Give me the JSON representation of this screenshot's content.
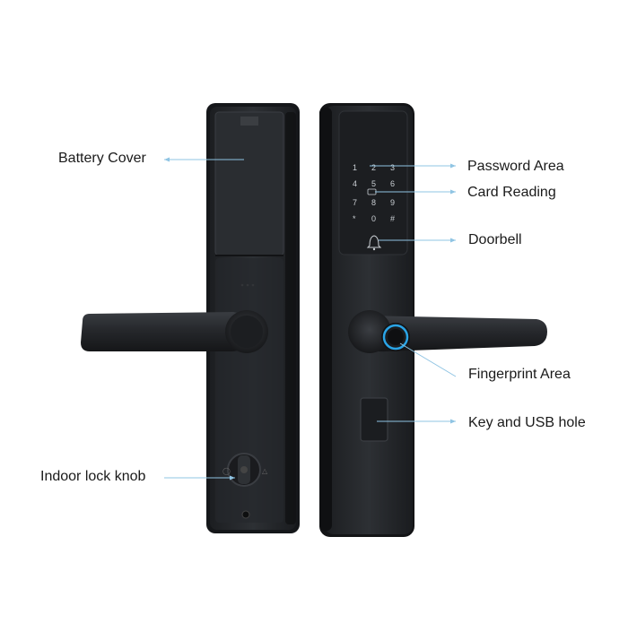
{
  "callouts": {
    "battery_cover": "Battery Cover",
    "password_area": "Password Area",
    "card_reading": "Card Reading",
    "doorbell": "Doorbell",
    "fingerprint_area": "Fingerprint Area",
    "key_usb_hole": "Key and USB hole",
    "indoor_lock_knob": "Indoor lock knob"
  },
  "keypad": {
    "row1": [
      "1",
      "2",
      "3"
    ],
    "row2": [
      "4",
      "5",
      "6"
    ],
    "row3": [
      "7",
      "8",
      "9"
    ],
    "row4": [
      "*",
      "0",
      "#"
    ]
  },
  "colors": {
    "lock_body": "#222427",
    "lock_face": "#2b2e32",
    "callout_line": "#8fc4e3",
    "fingerprint_ring": "#2aa4e6"
  },
  "icons": {
    "doorbell": "bell-icon",
    "fingerprint": "fingerprint-sensor-icon"
  }
}
